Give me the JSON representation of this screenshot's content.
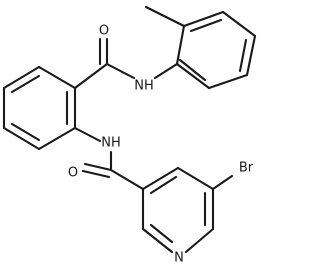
{
  "molecule": {
    "atoms": {
      "amide_top_o": "O",
      "amide_top_nh": "NH",
      "amide_bottom_nh": "NH",
      "amide_bottom_o": "O",
      "bromine": "Br",
      "pyridine_n": "N"
    }
  }
}
